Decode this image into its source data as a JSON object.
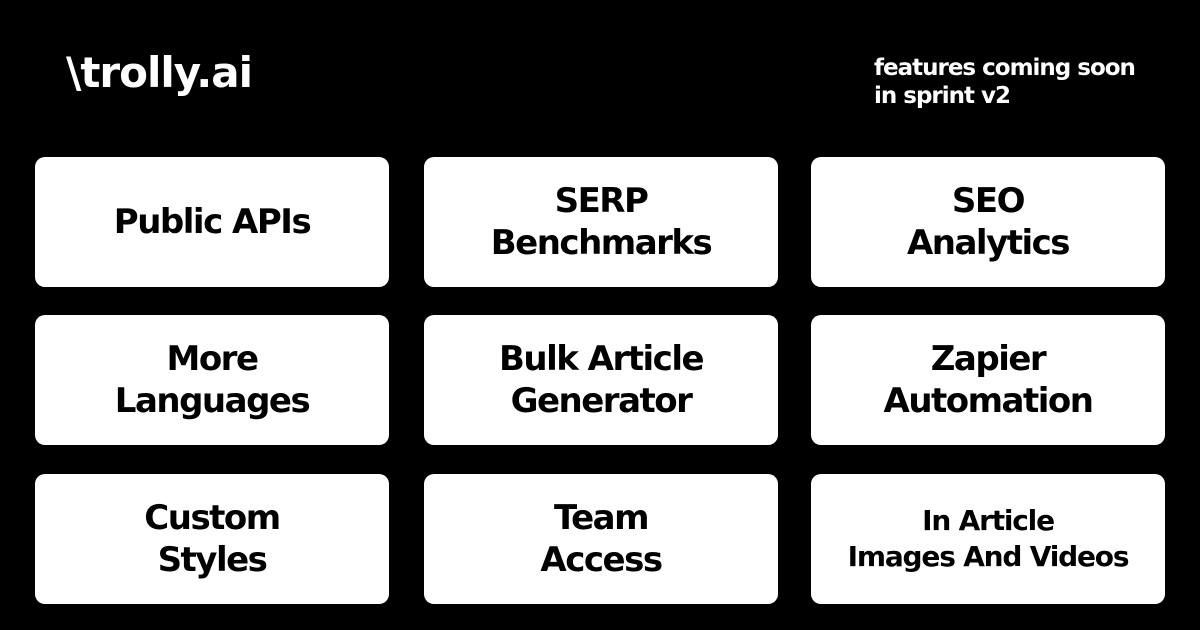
{
  "brand": {
    "logo_text": "\\trolly.ai"
  },
  "tagline": {
    "line1": "features coming soon",
    "line2": "in sprint v2"
  },
  "features": [
    "Public APIs",
    "SERP\nBenchmarks",
    "SEO\nAnalytics",
    "More\nLanguages",
    "Bulk Article\nGenerator",
    "Zapier\nAutomation",
    "Custom\nStyles",
    "Team\nAccess",
    "In  Article\nImages And Videos"
  ],
  "colors": {
    "background": "#000000",
    "card": "#ffffff",
    "card_text": "#000000",
    "header_text": "#ffffff"
  }
}
